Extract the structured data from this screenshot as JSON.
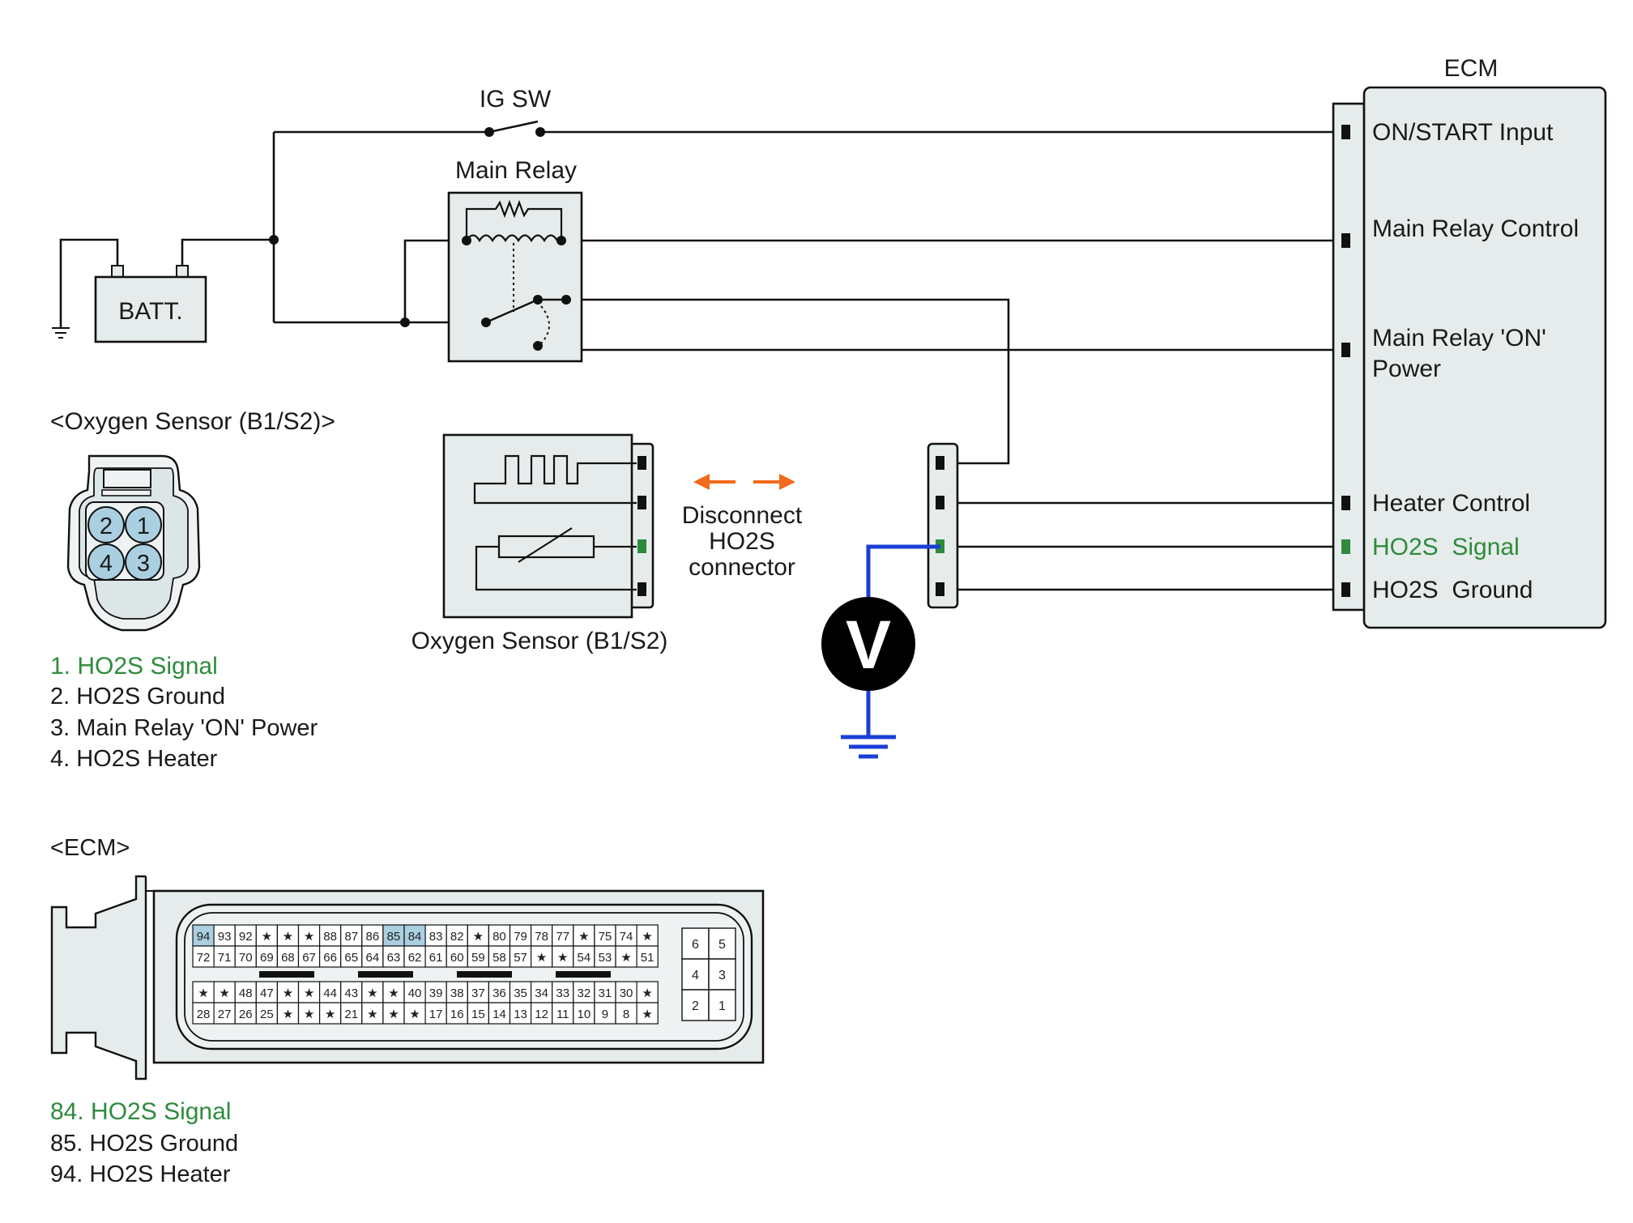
{
  "labels": {
    "ig_sw": "IG SW",
    "main_relay": "Main Relay",
    "batt": "BATT.",
    "ecm": "ECM",
    "sensor_connector_title": "<Oxygen Sensor (B1/S2)>",
    "sensor_caption": "Oxygen Sensor (B1/S2)",
    "disconnect_line1": "Disconnect",
    "disconnect_line2": "HO2S",
    "disconnect_line3": "connector",
    "voltmeter": "V",
    "ecm_connector_title": "<ECM>"
  },
  "ecm_pins": {
    "on_start": "ON/START Input",
    "main_relay_control": "Main Relay Control",
    "main_relay_on_1": "Main Relay 'ON'",
    "main_relay_on_2": "Power",
    "heater_control": "Heater Control",
    "ho2s_signal": "HO2S  Signal",
    "ho2s_ground": "HO2S  Ground"
  },
  "sensor_connector_pins": [
    "1",
    "2",
    "3",
    "4"
  ],
  "sensor_legend": [
    "1. HO2S Signal",
    "2. HO2S Ground",
    "3. Main Relay 'ON' Power",
    "4. HO2S Heater"
  ],
  "ecm_legend": [
    "84. HO2S Signal",
    "85. HO2S Ground",
    "94. HO2S Heater"
  ],
  "ecm_connector": {
    "row1": [
      "94",
      "93",
      "92",
      "★",
      "★",
      "★",
      "88",
      "87",
      "86",
      "85",
      "84",
      "83",
      "82",
      "★",
      "80",
      "79",
      "78",
      "77",
      "★",
      "75",
      "74",
      "★"
    ],
    "row2": [
      "72",
      "71",
      "70",
      "69",
      "68",
      "67",
      "66",
      "65",
      "64",
      "63",
      "62",
      "61",
      "60",
      "59",
      "58",
      "57",
      "★",
      "★",
      "54",
      "53",
      "★",
      "51"
    ],
    "row3": [
      "★",
      "★",
      "48",
      "47",
      "★",
      "★",
      "44",
      "43",
      "★",
      "★",
      "40",
      "39",
      "38",
      "37",
      "36",
      "35",
      "34",
      "33",
      "32",
      "31",
      "30",
      "★"
    ],
    "row4": [
      "28",
      "27",
      "26",
      "25",
      "★",
      "★",
      "★",
      "21",
      "★",
      "★",
      "★",
      "17",
      "16",
      "15",
      "14",
      "13",
      "12",
      "11",
      "10",
      "9",
      "8",
      "★"
    ],
    "small": [
      "6",
      "5",
      "4",
      "3",
      "2",
      "1"
    ],
    "highlighted": [
      "94",
      "85",
      "84"
    ]
  },
  "colors": {
    "highlight": "#2e8b3c",
    "probe_wire": "#1a3fd6",
    "arrow": "#f26a1b",
    "pin_highlight": "#a9cfe0",
    "box_fill": "#e6ecec"
  }
}
